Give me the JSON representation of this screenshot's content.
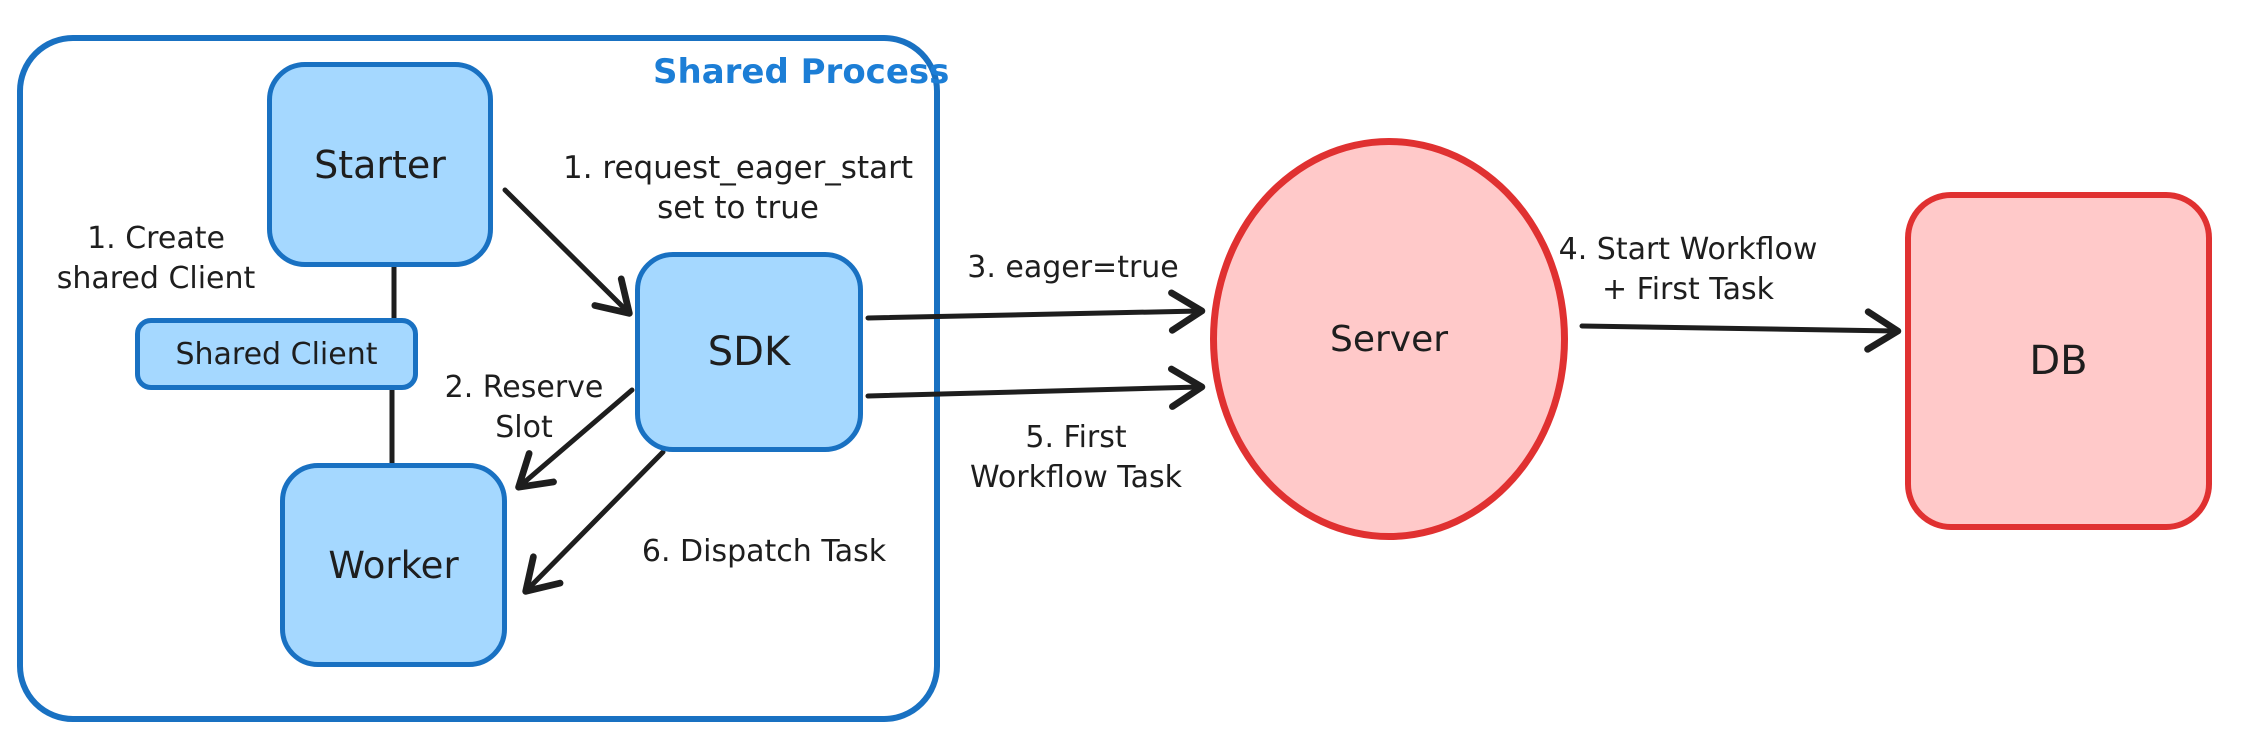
{
  "diagram": {
    "container_label": "Shared Process",
    "nodes": {
      "starter": {
        "label": "Starter"
      },
      "shared_client": {
        "label": "Shared Client"
      },
      "worker": {
        "label": "Worker"
      },
      "sdk": {
        "label": "SDK"
      },
      "server": {
        "label": "Server"
      },
      "db": {
        "label": "DB"
      }
    },
    "annotations": {
      "create_shared_client": {
        "line1": "1. Create",
        "line2": "shared Client"
      },
      "request_eager_start": {
        "line1": "1. request_eager_start",
        "line2": "set to true"
      },
      "reserve_slot": {
        "line1": "2. Reserve",
        "line2": "Slot"
      },
      "eager_true": {
        "line1": "3. eager=true"
      },
      "start_workflow": {
        "line1": "4. Start Workflow",
        "line2": "+ First Task"
      },
      "first_workflow_task": {
        "line1": "5. First",
        "line2": "Workflow Task"
      },
      "dispatch_task": {
        "line1": "6. Dispatch Task"
      }
    },
    "colors": {
      "blue_stroke": "#1971c2",
      "blue_fill": "#a5d8ff",
      "title_blue": "#1c7ed6",
      "red_stroke": "#e03131",
      "red_fill": "#ffc9c9",
      "connector_black": "#1e1e1e"
    }
  }
}
